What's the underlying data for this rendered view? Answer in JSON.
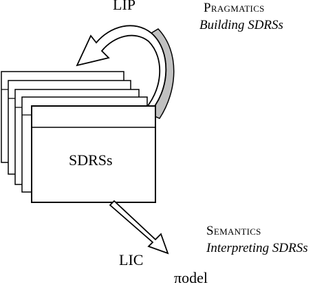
{
  "labels": {
    "lip": "LIP",
    "pragmatics": "Pragmatics",
    "building": "Building SDRSs",
    "semantics": "Semantics",
    "interpreting": "Interpreting SDRSs",
    "lic": "LIC",
    "model": "πodel",
    "sdrs": "SDRSs"
  },
  "colors": {
    "stroke": "#000000",
    "shadow": "#c0c0c0",
    "background": "#ffffff"
  }
}
